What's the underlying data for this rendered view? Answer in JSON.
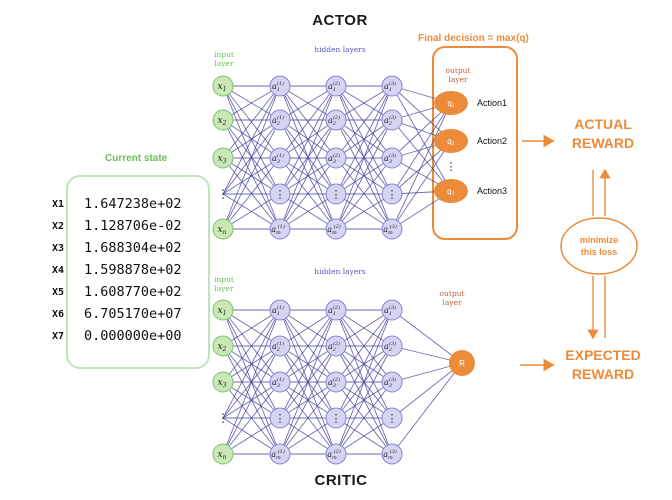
{
  "actor": {
    "title": "ACTOR",
    "input_label": "input\nlayer",
    "hidden_label": "hidden layers",
    "output_label": "output\nlayer",
    "final_decision": "Final decision = max(q)",
    "outputs": [
      {
        "node": "q₁",
        "action": "Action1"
      },
      {
        "node": "q₂",
        "action": "Action2"
      },
      {
        "node": "q₃",
        "action": "Action3"
      }
    ]
  },
  "critic": {
    "title": "CRITIC",
    "input_label": "input\nlayer",
    "hidden_label": "hidden layers",
    "output_label": "output\nlayer",
    "output_node": "R"
  },
  "state": {
    "title": "Current state",
    "rows": [
      {
        "key": "X1",
        "value": "1.647238e+02"
      },
      {
        "key": "X2",
        "value": "1.128706e-02"
      },
      {
        "key": "X3",
        "value": "1.688304e+02"
      },
      {
        "key": "X4",
        "value": "1.598878e+02"
      },
      {
        "key": "X5",
        "value": "1.608770e+02"
      },
      {
        "key": "X6",
        "value": "6.705170e+07"
      },
      {
        "key": "X7",
        "value": "0.000000e+00"
      }
    ]
  },
  "rewards": {
    "actual": "ACTUAL\nREWARD",
    "expected": "EXPECTED\nREWARD",
    "loss": "minimize\nthis loss"
  },
  "colors": {
    "input_node": "#c9e8b6",
    "input_stroke": "#7fbf6a",
    "hidden_node": "#d5d4f3",
    "hidden_stroke": "#8583cf",
    "edge": "#3f3d9a",
    "output": "#ec8b3a",
    "state_border": "#bfe3bf"
  }
}
